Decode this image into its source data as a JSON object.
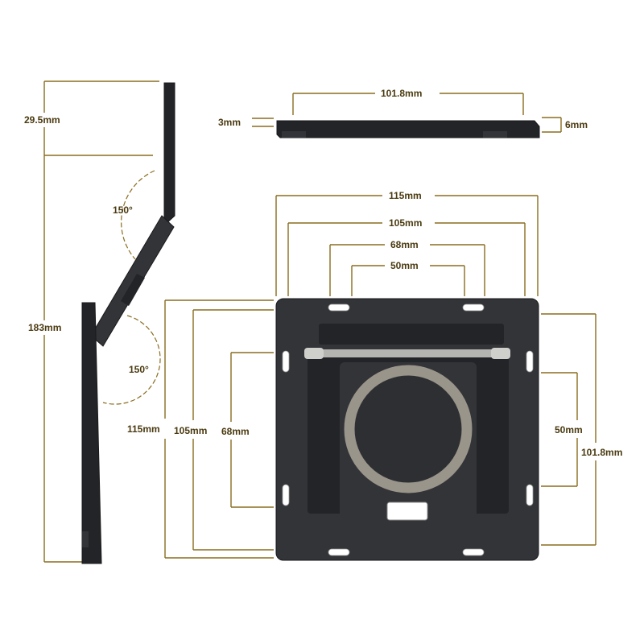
{
  "colors": {
    "dimension_line": "#8a6d1f",
    "dimension_text": "#4a3a10",
    "panel": "#333438",
    "panel_dark": "#232427",
    "ring": "#9a958a",
    "hinge": "#b4b4b0"
  },
  "side_view": {
    "height_top": "29.5mm",
    "height_total": "183mm",
    "angle_upper": "150°",
    "angle_lower": "150°"
  },
  "edge_view": {
    "width": "101.8mm",
    "thickness_left": "3mm",
    "thickness_right": "6mm"
  },
  "top_view": {
    "width_outer": "115mm",
    "width_mid": "105mm",
    "width_slot": "68mm",
    "width_inner": "50mm",
    "height_outer": "115mm",
    "height_mid": "105mm",
    "height_slot": "68mm",
    "height_inner": "50mm",
    "height_right": "101.8mm"
  }
}
